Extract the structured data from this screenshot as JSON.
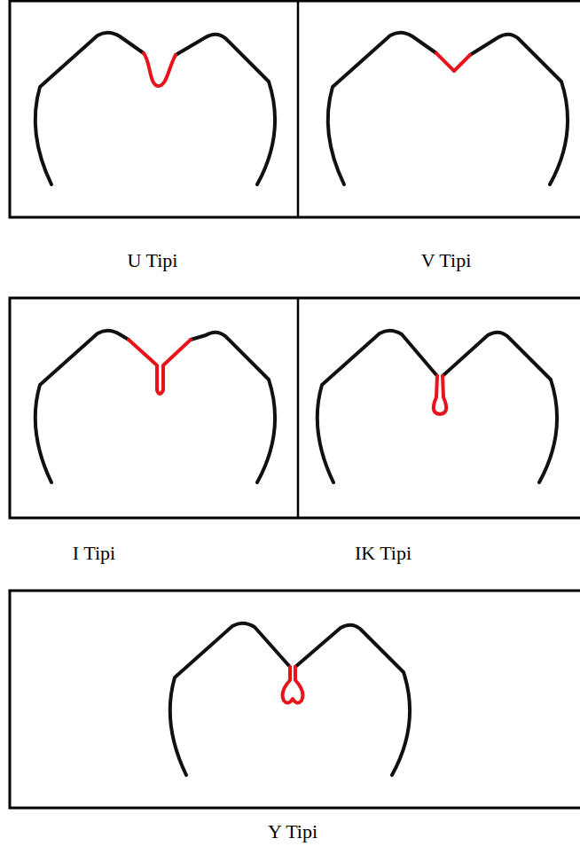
{
  "diagram": {
    "labels": [
      "U Tipi",
      "V Tipi",
      "I Tipi",
      "IK Tipi",
      "Y Tipi"
    ]
  }
}
